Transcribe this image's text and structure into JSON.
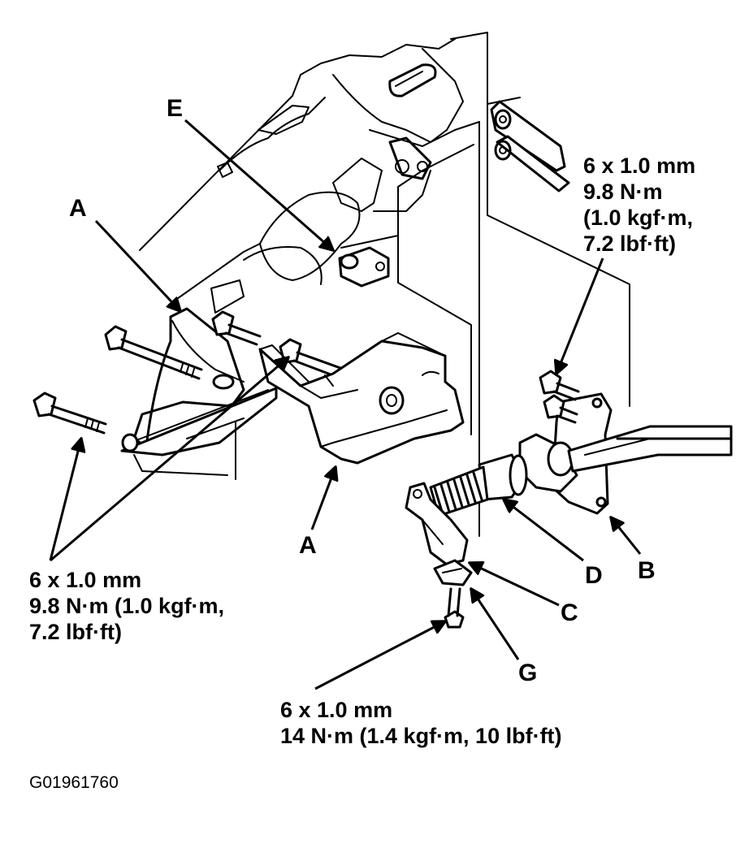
{
  "labels": {
    "A_upper": "A",
    "A_lower": "A",
    "B": "B",
    "C": "C",
    "D": "D",
    "E": "E",
    "G": "G"
  },
  "specs": {
    "upper_right": [
      "6 x 1.0 mm",
      "9.8 N·m",
      "(1.0 kgf·m,",
      "7.2 lbf·ft)"
    ],
    "lower_left": [
      "6 x 1.0 mm",
      "9.8 N·m (1.0 kgf·m,",
      "7.2 lbf·ft)"
    ],
    "bottom": [
      "6 x 1.0 mm",
      "14 N·m (1.4 kgf·m, 10 lbf·ft)"
    ]
  },
  "figure_id": "G01961760"
}
